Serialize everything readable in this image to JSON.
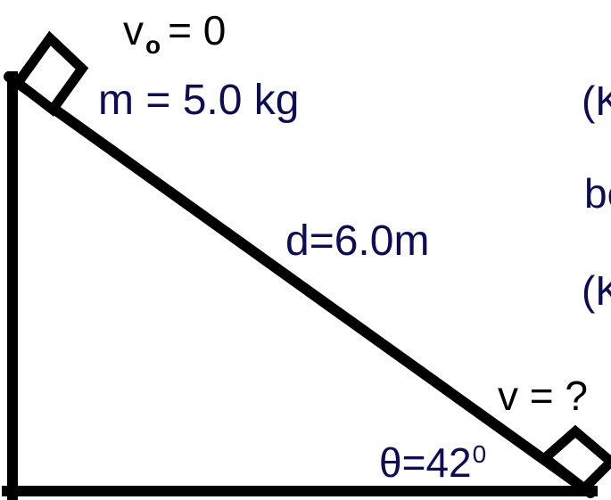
{
  "labels": {
    "initial_velocity": {
      "symbol": "v",
      "subscript": "o",
      "value": "= 0"
    },
    "mass": "m = 5.0 kg",
    "distance": "d=6.0m",
    "angle": {
      "text": "θ=42",
      "superscript": "0"
    },
    "final_velocity": "v = ?"
  },
  "clipped_text": [
    "(K",
    "be",
    "(K"
  ],
  "colors": {
    "line": "#000000",
    "text_black": "#000000",
    "text_navy": "#0d0d55"
  }
}
